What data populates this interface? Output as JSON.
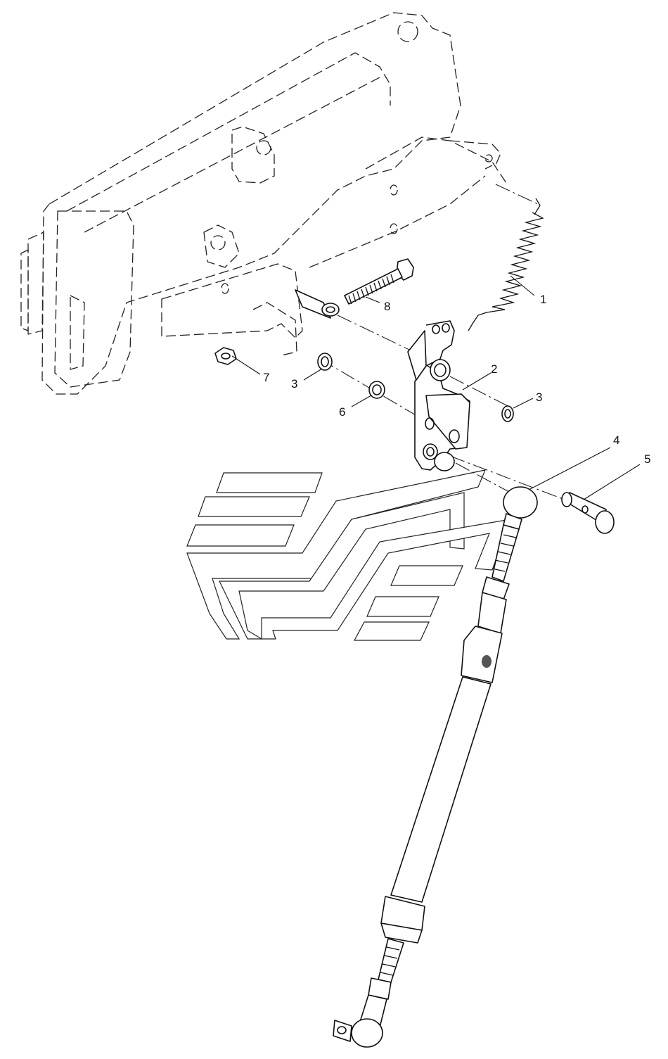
{
  "diagram": {
    "callouts": [
      {
        "id": "1",
        "label": "1"
      },
      {
        "id": "2",
        "label": "2"
      },
      {
        "id": "3a",
        "label": "3"
      },
      {
        "id": "3b",
        "label": "3"
      },
      {
        "id": "4",
        "label": "4"
      },
      {
        "id": "5",
        "label": "5"
      },
      {
        "id": "6",
        "label": "6"
      },
      {
        "id": "7",
        "label": "7"
      },
      {
        "id": "8",
        "label": "8"
      }
    ],
    "parts": [
      "spring",
      "bracket",
      "circlip",
      "ball-joint-rod",
      "clevis-pin",
      "washer",
      "nut",
      "bolt",
      "frame-beam"
    ]
  }
}
